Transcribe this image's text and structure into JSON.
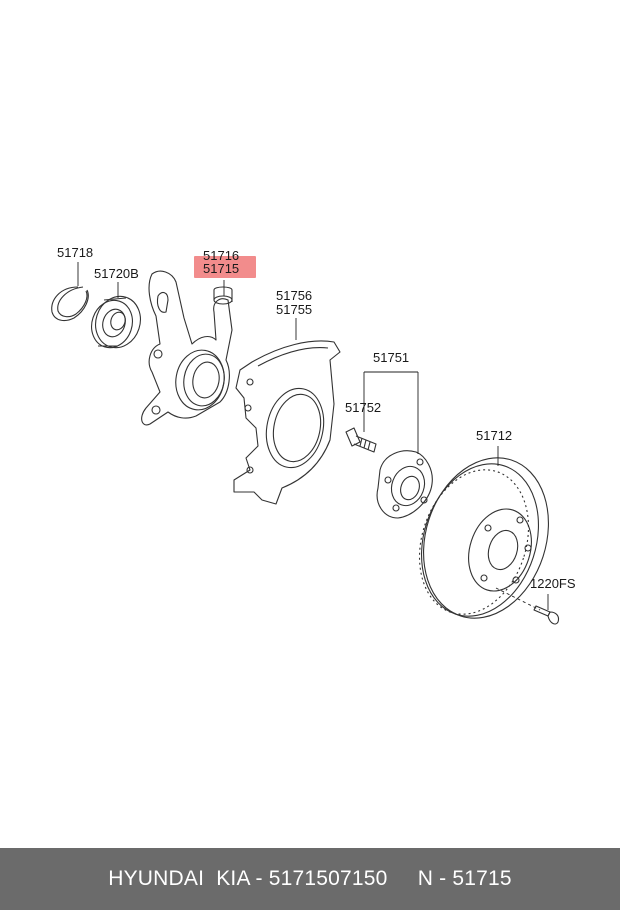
{
  "diagram": {
    "highlight_color": "#f28c8c",
    "parts": {
      "snap_ring": "51718",
      "bearing": "51720B",
      "knuckle_lh": "51716",
      "knuckle_rh": "51715",
      "dust_cover_lh": "51756",
      "dust_cover_rh": "51755",
      "hub": "51751",
      "hub_bolt": "51752",
      "disc": "51712",
      "screw": "1220FS"
    }
  },
  "footer": {
    "text": "HYUNDAI  KIA - 5171507150     N - 51715"
  }
}
